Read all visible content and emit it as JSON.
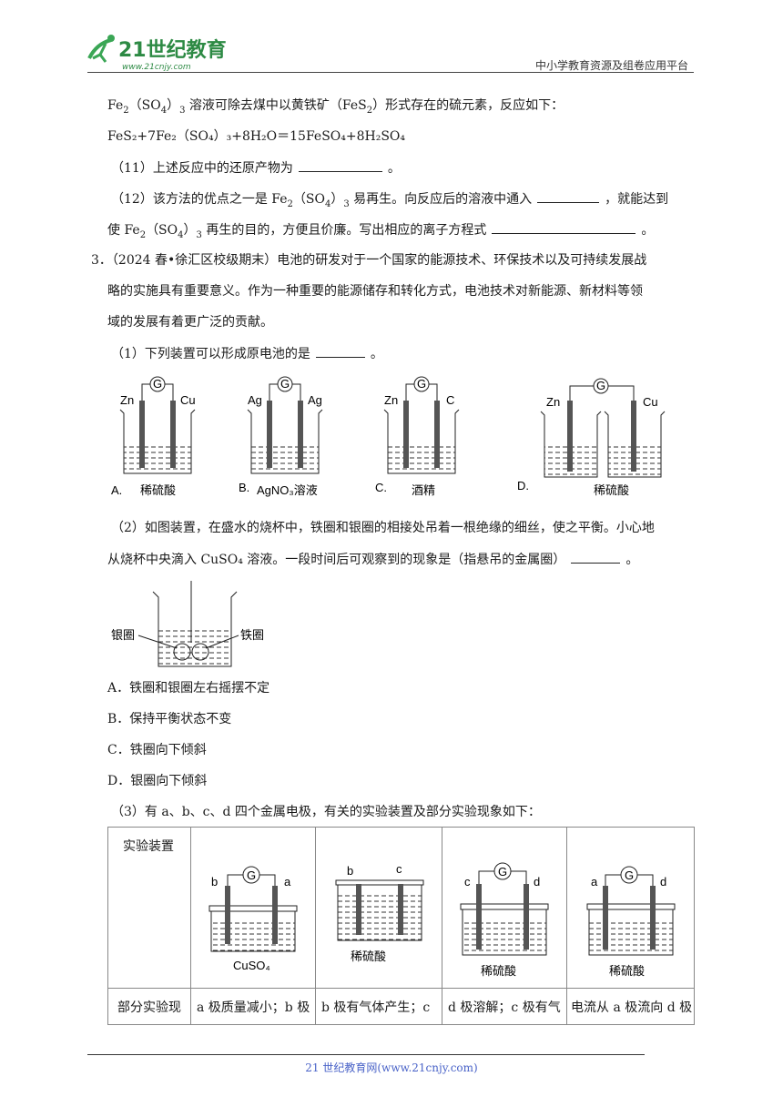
{
  "header": {
    "logo_text": "21世纪教育",
    "logo_url": "www.21cnjy.com",
    "right_text": "中小学教育资源及组卷应用平台"
  },
  "intro": {
    "line1_pre": "Fe",
    "line1_mid": "（SO",
    "line1_post": "溶液可除去煤中以黄铁矿（FeS",
    "line1_end": "）形式存在的硫元素，反应如下：",
    "equation": "FeS₂+7Fe₂（SO₄）₃+8H₂O＝15FeSO₄+8H₂SO₄"
  },
  "q11": {
    "text": "（11）上述反应中的还原产物为",
    "tail": "。"
  },
  "q12": {
    "line1_a": "（12）该方法的优点之一是 Fe",
    "line1_b": "（SO",
    "line1_c": "易再生。向反应后的溶液中通入",
    "line1_d": "，就能达到",
    "line2_a": "使 Fe",
    "line2_b": "（SO",
    "line2_c": "再生的目的，方便且价廉。写出相应的离子方程式",
    "line2_d": "。"
  },
  "q3": {
    "number": "3．",
    "line1": "（2024 春•徐汇区校级期末）电池的研发对于一个国家的能源技术、环保技术以及可持续发展战",
    "line2": "略的实施具有重要意义。作为一种重要的能源储存和转化方式，电池技术对新能源、新材料等领",
    "line3": "域的发展有着更广泛的贡献。",
    "sub1": "（1）下列装置可以形成原电池的是",
    "sub1_tail": "。",
    "apparatus": [
      {
        "letter": "A.",
        "left": "Zn",
        "right": "Cu",
        "solution": "稀硫酸",
        "g": "G"
      },
      {
        "letter": "B.",
        "left": "Ag",
        "right": "Ag",
        "solution": "AgNO₃溶液",
        "g": "G"
      },
      {
        "letter": "C.",
        "left": "Zn",
        "right": "C",
        "solution": "酒精",
        "g": "G"
      },
      {
        "letter": "D.",
        "left": "Zn",
        "right": "Cu",
        "solution": "稀硫酸",
        "g": "G"
      }
    ],
    "sub2_line1": "（2）如图装置，在盛水的烧杯中，铁圈和银圈的相接处吊着一根绝缘的细丝，使之平衡。小心地",
    "sub2_line2": "从烧杯中央滴入 CuSO₄ 溶液。一段时间后可观察到的现象是（指悬吊的金属圈）",
    "sub2_tail": "。",
    "ring_left": "银圈",
    "ring_right": "铁圈",
    "options": [
      "A．铁圈和银圈左右摇摆不定",
      "B．保持平衡状态不变",
      "C．铁圈向下倾斜",
      "D．银圈向下倾斜"
    ],
    "sub3": "（3）有 a、b、c、d 四个金属电极，有关的实验装置及部分实验现象如下：",
    "table": {
      "row1_header": "实验装置",
      "row2_header": "部分实验现",
      "devices": [
        {
          "left": "b",
          "right": "a",
          "g": "G",
          "solution": "CuSO₄",
          "result": "a 极质量减小；b 极"
        },
        {
          "left": "b",
          "right": "c",
          "g": "",
          "solution": "稀硫酸",
          "result": "b 极有气体产生；c"
        },
        {
          "left": "c",
          "right": "d",
          "g": "G",
          "solution": "稀硫酸",
          "result": "d 极溶解；c 极有气"
        },
        {
          "left": "a",
          "right": "d",
          "g": "G",
          "solution": "稀硫酸",
          "result": "电流从 a 极流向 d 极"
        }
      ]
    }
  },
  "footer": {
    "text": "21 世纪教育网(www.21cnjy.com)"
  }
}
